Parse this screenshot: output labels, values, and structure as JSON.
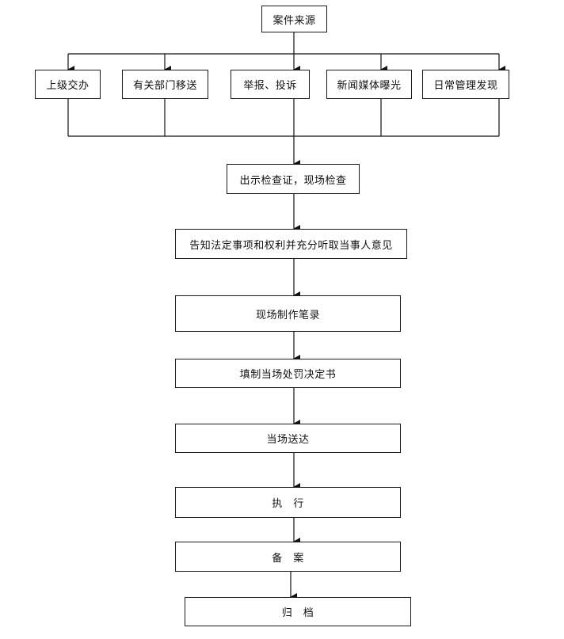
{
  "flow": {
    "source": "案件来源",
    "branches": [
      "上级交办",
      "有关部门移送",
      "举报、投诉",
      "新闻媒体曝光",
      "日常管理发现"
    ],
    "steps": [
      "出示检查证，现场检查",
      "告知法定事项和权利并充分听取当事人意见",
      "现场制作笔录",
      "填制当场处罚决定书",
      "当场送达",
      "执　行",
      "备　案",
      "归　档"
    ]
  }
}
